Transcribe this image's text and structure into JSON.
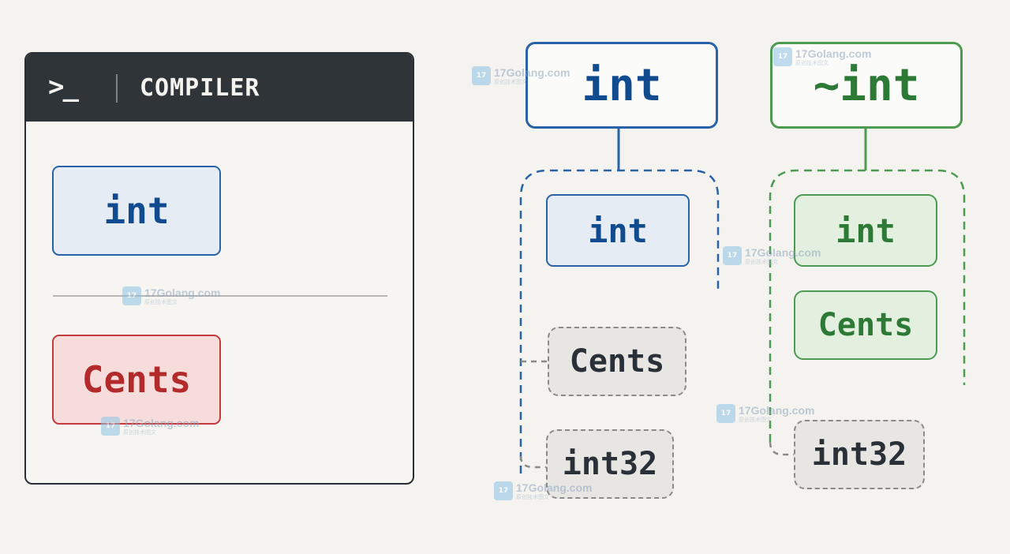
{
  "compiler": {
    "prompt_glyph": ">_",
    "title": "COMPILER",
    "accepted_type": "int",
    "rejected_type": "Cents"
  },
  "exact_constraint": {
    "label": "int",
    "members": [
      "int"
    ],
    "non_members": [
      "Cents",
      "int32"
    ]
  },
  "approx_constraint": {
    "label": "~int",
    "members": [
      "int",
      "Cents"
    ],
    "non_members": [
      "int32"
    ]
  },
  "watermark": {
    "site": "17Golang.com",
    "tagline": "原创技术图文"
  },
  "colors": {
    "blue": "#2a62a8",
    "green": "#4d9a52",
    "red": "#c43b3b",
    "gray": "#8a8a8a",
    "header": "#2f3439"
  }
}
